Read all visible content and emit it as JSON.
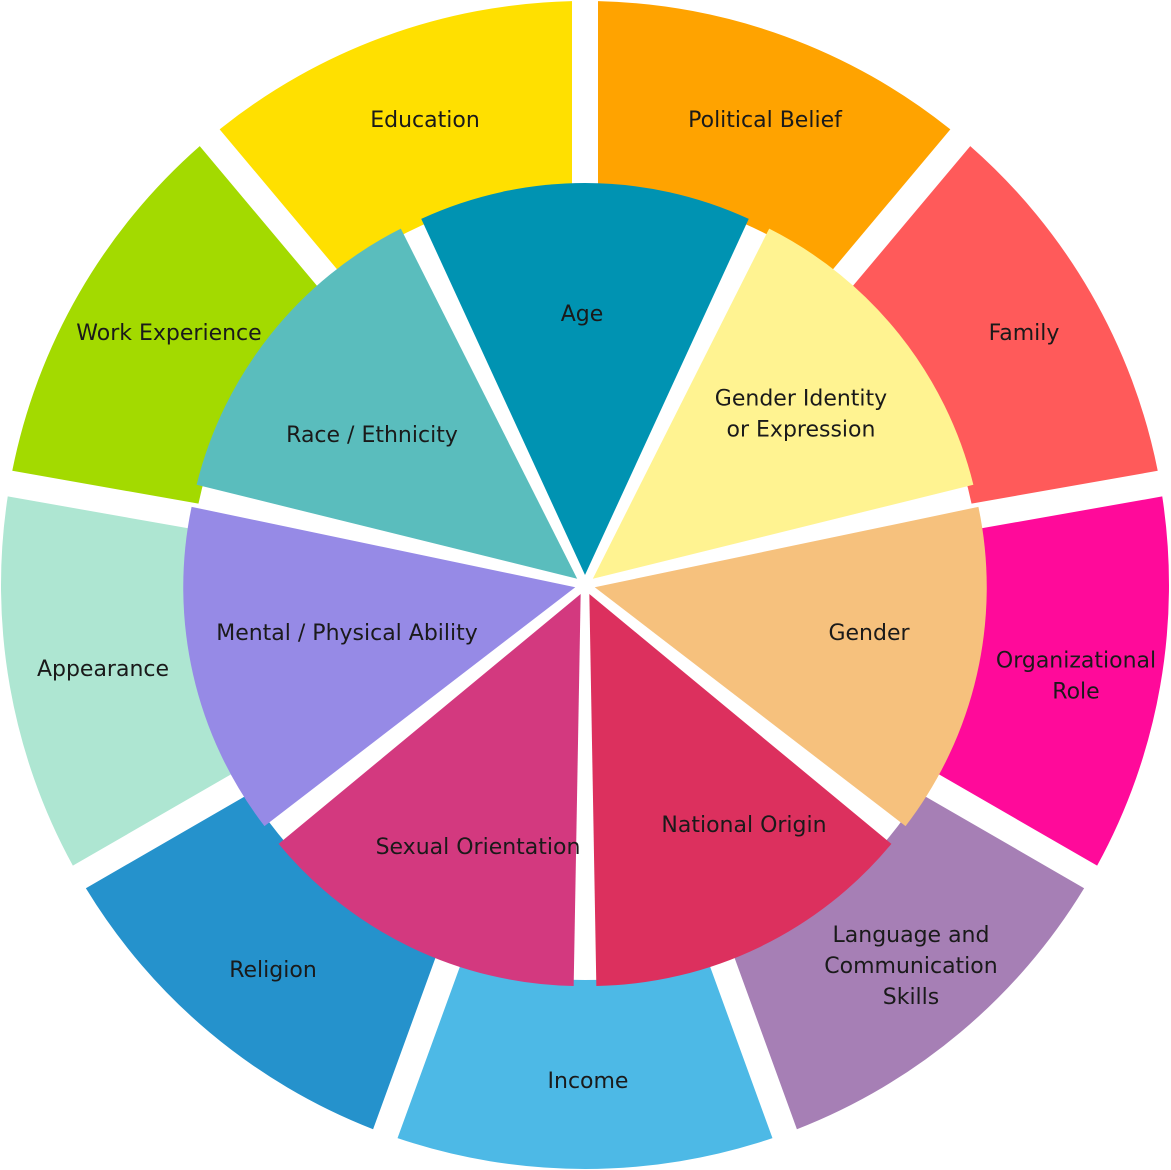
{
  "outer_ring": [
    {
      "label_lines": [
        "Political Belief"
      ],
      "color": "#FFA300"
    },
    {
      "label_lines": [
        "Family"
      ],
      "color": "#FF5A5A"
    },
    {
      "label_lines": [
        "Organizational",
        "Role"
      ],
      "color": "#FF0A9A"
    },
    {
      "label_lines": [
        "Language and",
        "Communication",
        "Skills"
      ],
      "color": "#A67FB5"
    },
    {
      "label_lines": [
        "Income"
      ],
      "color": "#4DB9E6"
    },
    {
      "label_lines": [
        "Religion"
      ],
      "color": "#2592CC"
    },
    {
      "label_lines": [
        "Appearance"
      ],
      "color": "#AEE6D2"
    },
    {
      "label_lines": [
        "Work Experience"
      ],
      "color": "#A3DA00"
    },
    {
      "label_lines": [
        "Education"
      ],
      "color": "#FFE000"
    }
  ],
  "inner_ring": [
    {
      "label_lines": [
        "Age"
      ],
      "color": "#0093B2"
    },
    {
      "label_lines": [
        "Gender Identity",
        "or Expression"
      ],
      "color": "#FFF391"
    },
    {
      "label_lines": [
        "Gender"
      ],
      "color": "#F6C17D"
    },
    {
      "label_lines": [
        "National Origin"
      ],
      "color": "#DC305E"
    },
    {
      "label_lines": [
        "Sexual Orientation"
      ],
      "color": "#D3397F"
    },
    {
      "label_lines": [
        "Mental / Physical Ability"
      ],
      "color": "#968AE6"
    },
    {
      "label_lines": [
        "Race / Ethnicity"
      ],
      "color": "#5ABDBD"
    }
  ]
}
